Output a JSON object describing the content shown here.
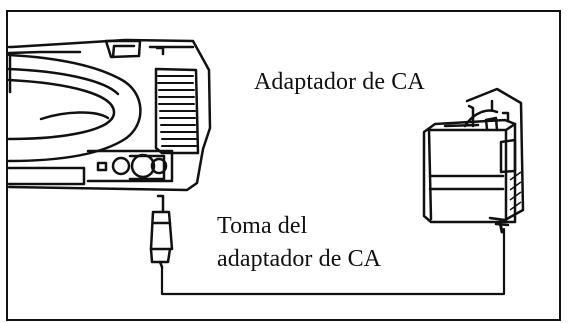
{
  "labels": {
    "adapter": "Adaptador de CA",
    "jack_line1": "Toma del",
    "jack_line2": "adaptador de CA"
  },
  "colors": {
    "ink": "#111111",
    "paper": "#ffffff"
  },
  "icons": {
    "console": "game-console-icon",
    "adapter": "ac-adapter-icon",
    "plug": "dc-plug-icon",
    "cable": "power-cable-icon"
  }
}
